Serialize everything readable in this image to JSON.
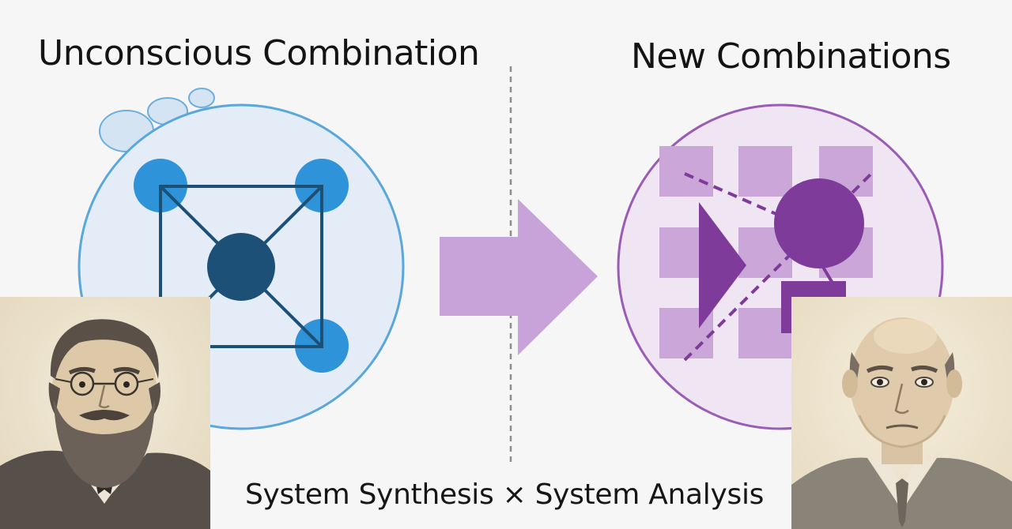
{
  "left_panel": {
    "title": "Unconscious Combination",
    "diagram_icon": "network-graph-icon",
    "thought_bubble_icon": "thought-bubble-icon",
    "accent_color": "#2f93d9",
    "node_color_dark": "#1d5077",
    "circle_fill": "#e4edf7",
    "circle_stroke": "#5aa7dc"
  },
  "right_panel": {
    "title": "New Combinations",
    "diagram_icon": "shape-grid-icon",
    "accent_color": "#7e3b9a",
    "grid_color": "#cba6d8",
    "circle_fill": "#efe5f3",
    "circle_stroke": "#9a5cb4"
  },
  "arrow": {
    "icon": "right-arrow-icon",
    "color": "#c7a3d9"
  },
  "divider": {
    "style": "dashed",
    "color": "#8c8c8c"
  },
  "caption": "System Synthesis × System Analysis",
  "portraits": {
    "left": "bearded-man-with-glasses-portrait",
    "right": "bald-man-in-suit-portrait"
  },
  "colors": {
    "background": "#f6f6f7",
    "portrait_paper": "#efe6d3",
    "text": "#141414"
  }
}
